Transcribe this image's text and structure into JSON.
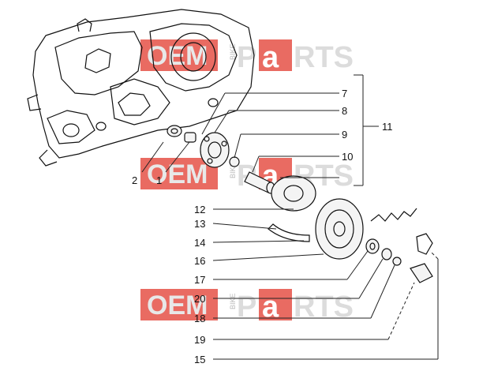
{
  "watermark": {
    "oem": "OEM",
    "bike": "BIKE",
    "p": "P",
    "a": "a",
    "rts": "RTS"
  },
  "labels": {
    "l1": "1",
    "l2": "2",
    "l7": "7",
    "l8": "8",
    "l9": "9",
    "l10": "10",
    "l11": "11",
    "l12": "12",
    "l13": "13",
    "l14": "14",
    "l16": "16",
    "l17": "17",
    "l20": "20",
    "l18": "18",
    "l19": "19",
    "l15": "15"
  },
  "colors": {
    "watermark_red": "#e23a2e",
    "line": "#222222"
  }
}
